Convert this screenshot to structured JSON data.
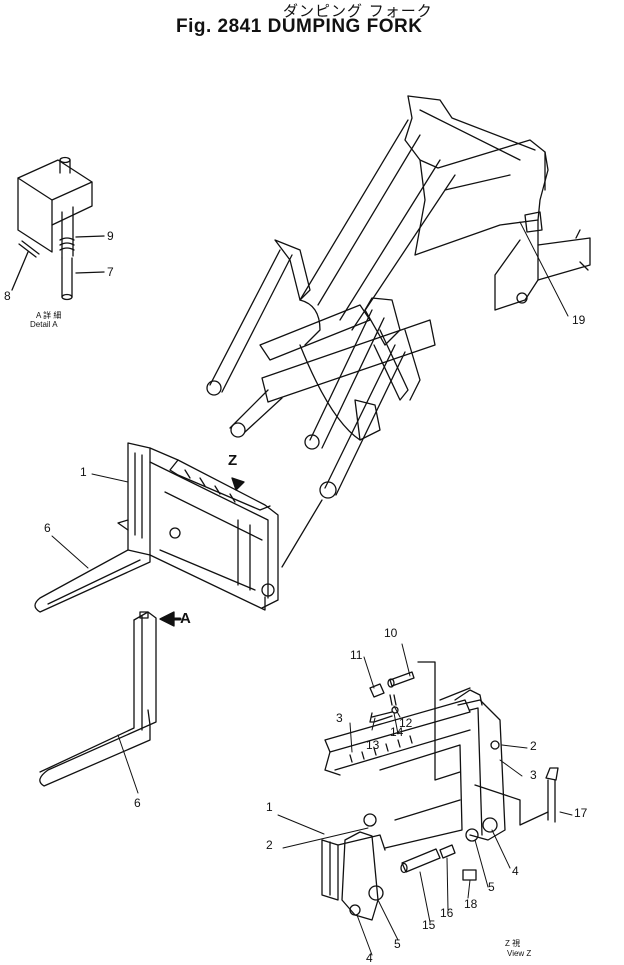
{
  "header": {
    "title_jp": "ダンピング フォーク",
    "title_en": "Fig. 2841 DUMPING FORK"
  },
  "detail_a": {
    "caption_jp": "A 詳 細",
    "caption_en": "Detail  A",
    "callouts": [
      "9",
      "7",
      "8"
    ]
  },
  "main": {
    "callouts": [
      "19",
      "1",
      "6",
      "6"
    ],
    "view_markers": [
      "Z",
      "A"
    ]
  },
  "view_z": {
    "caption_jp": "Z   視",
    "caption_en": "View  Z",
    "callouts": [
      "10",
      "11",
      "12",
      "3",
      "13",
      "14",
      "2",
      "3",
      "1",
      "17",
      "2",
      "4",
      "5",
      "18",
      "16",
      "15",
      "4",
      "5"
    ]
  }
}
